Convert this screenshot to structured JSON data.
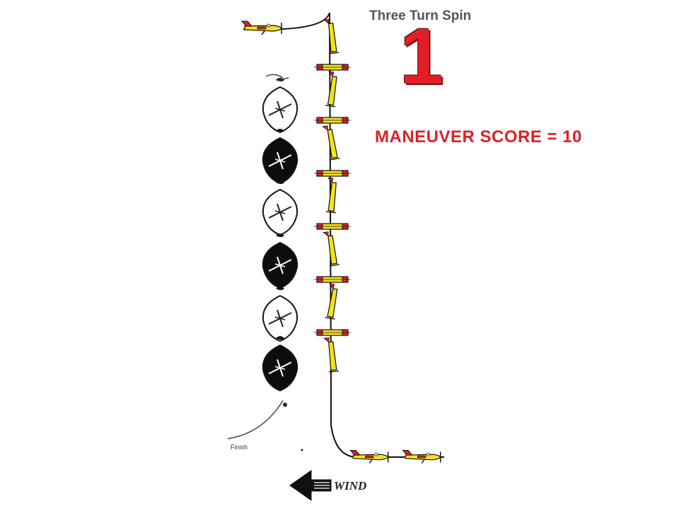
{
  "figure": {
    "title": "Three Turn Spin",
    "number": "1",
    "score_text": "MANEUVER SCORE = 10",
    "finish_label": "Finish",
    "wind_label": "WIND"
  },
  "colors": {
    "accent_red": "#e21f26",
    "plane_yellow": "#f4e21a",
    "plane_red": "#e21f26",
    "ink": "#111111"
  },
  "icons": [
    "airplane-icon",
    "wind-arrow-icon",
    "spin-view-icon"
  ]
}
